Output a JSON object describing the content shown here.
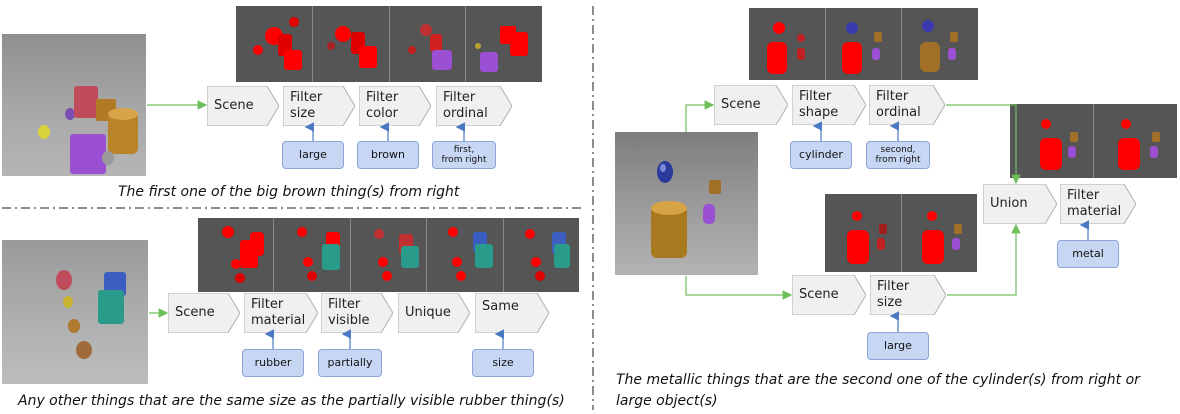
{
  "ex1": {
    "modules": [
      "Scene",
      "Filter\nsize",
      "Filter\ncolor",
      "Filter\nordinal"
    ],
    "args": [
      "large",
      "brown",
      "first,\nfrom right"
    ],
    "caption": "The first one of the big brown thing(s) from right"
  },
  "ex2": {
    "modules": [
      "Scene",
      "Filter\nmaterial",
      "Filter\nvisible",
      "Unique",
      "Same"
    ],
    "args": [
      "rubber",
      "partially",
      "size"
    ],
    "caption": "Any other things that are the same size as the partially visible rubber thing(s)"
  },
  "ex3": {
    "top_modules": [
      "Scene",
      "Filter\nshape",
      "Filter\nordinal"
    ],
    "top_args": [
      "cylinder",
      "second,\nfrom right"
    ],
    "bottom_modules": [
      "Scene",
      "Filter\nsize"
    ],
    "bottom_args": [
      "large"
    ],
    "union": "Union",
    "final_module": "Filter\nmaterial",
    "final_arg": "metal",
    "caption_line1": "The metallic things that are the second one of the cylinder(s) from right or",
    "caption_line2": "large object(s)"
  },
  "colors": {
    "module_fill": "#f0f0f0",
    "module_stroke": "#b0b0b0",
    "arg_fill": "#c7d7f3",
    "arg_stroke": "#8aa5d6",
    "arrow_green": "#6dbf5a",
    "arrow_blue": "#4a78c2",
    "divider": "#666666",
    "attention": "#ff0000"
  }
}
